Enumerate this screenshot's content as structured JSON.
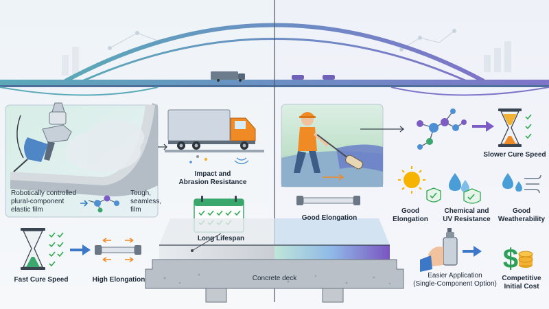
{
  "left": {
    "spray_caption": "Robotically controlled\nplural-component\nelastic film",
    "film_caption": "Tough,\nseamless,\nfilm",
    "impact_label": "Impact and\nAbrasion Resistance",
    "lifespan_label": "Long Lifespan",
    "cure_label": "Fast Cure Speed",
    "elongation_label": "High Elongation"
  },
  "center": {
    "deck_label": "Concrete deck"
  },
  "right": {
    "elongation_label": "Good Elongation",
    "slower_cure_label": "Slower Cure Speed",
    "good_elongation_label": "Good\nElongation",
    "chemical_uv_label": "Chemical and\nUV Resistance",
    "weatherability_label": "Good\nWeatherability",
    "easier_application_label": "Easier Application\n(Single-Component Option)",
    "cost_label": "Competitive\nInitial Cost"
  },
  "colors": {
    "left_accent": "#3aa76d",
    "right_accent": "#7b5cc4",
    "bridge_left": "#5aa9b8",
    "bridge_right": "#7e74c8",
    "check_green": "#2fa84f",
    "arrow_orange": "#f08a24",
    "dollar_green": "#2f9e57",
    "coin_gold": "#f2b233",
    "sun_yellow": "#f6b400",
    "water_blue": "#4a9ed8"
  },
  "icons": [
    "spray-gun-icon",
    "truck-icon",
    "calendar-icon",
    "hourglass-icon",
    "stretch-bar-icon",
    "molecule-icon",
    "worker-roller-icon",
    "sun-icon",
    "droplet-icon",
    "shield-check-icon",
    "wind-icon",
    "spray-can-hand-icon",
    "dollar-coin-icon"
  ]
}
